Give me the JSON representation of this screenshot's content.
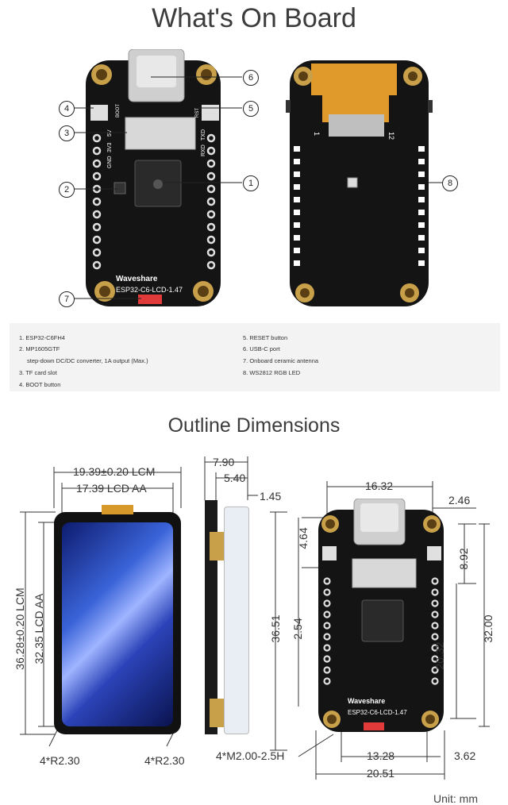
{
  "header": {
    "title": "What's On Board"
  },
  "callouts": [
    "1",
    "2",
    "3",
    "4",
    "5",
    "6",
    "7",
    "8"
  ],
  "board_labels": {
    "brand": "Waveshare",
    "model": "ESP32-C6-LCD-1.47",
    "pins_left": [
      "3V3",
      "GND",
      "5V"
    ],
    "pins_right": [
      "RXD",
      "TXD"
    ],
    "boot": "BOOT",
    "rst": "RST",
    "fpc_start": "1",
    "fpc_end": "12"
  },
  "legend": {
    "left": [
      "1. ESP32-C6FH4",
      "2. MP1605GTF",
      "step-down DC/DC converter, 1A output (Max.)",
      "3. TF card slot",
      "4. BOOT button"
    ],
    "right": [
      "5. RESET button",
      "6. USB-C port",
      "7. Onboard ceramic antenna",
      "8. WS2812 RGB LED"
    ]
  },
  "outline": {
    "title": "Outline Dimensions",
    "lcm_width": "19.39±0.20 LCM",
    "aa_width": "17.39 LCD AA",
    "lcm_height": "36.28±0.20 LCM",
    "aa_height": "32.35 LCD AA",
    "corner_left": "4*R2.30",
    "corner_right": "4*R2.30",
    "side_total": "7.90",
    "side_lcd": "5.40",
    "side_pcb": "1.45",
    "side_height": "36.51",
    "side_offset": "2.54",
    "hole_spec": "4*M2.00-2.5H",
    "top_width": "16.32",
    "top_offset": "2.46",
    "usb_depth": "4.64",
    "right_upper": "8.92",
    "right_mid": "20.32",
    "right_total": "32.00",
    "bottom_inner": "13.28",
    "bottom_offset": "3.62",
    "bottom_total": "20.51",
    "unit": "Unit: mm"
  }
}
